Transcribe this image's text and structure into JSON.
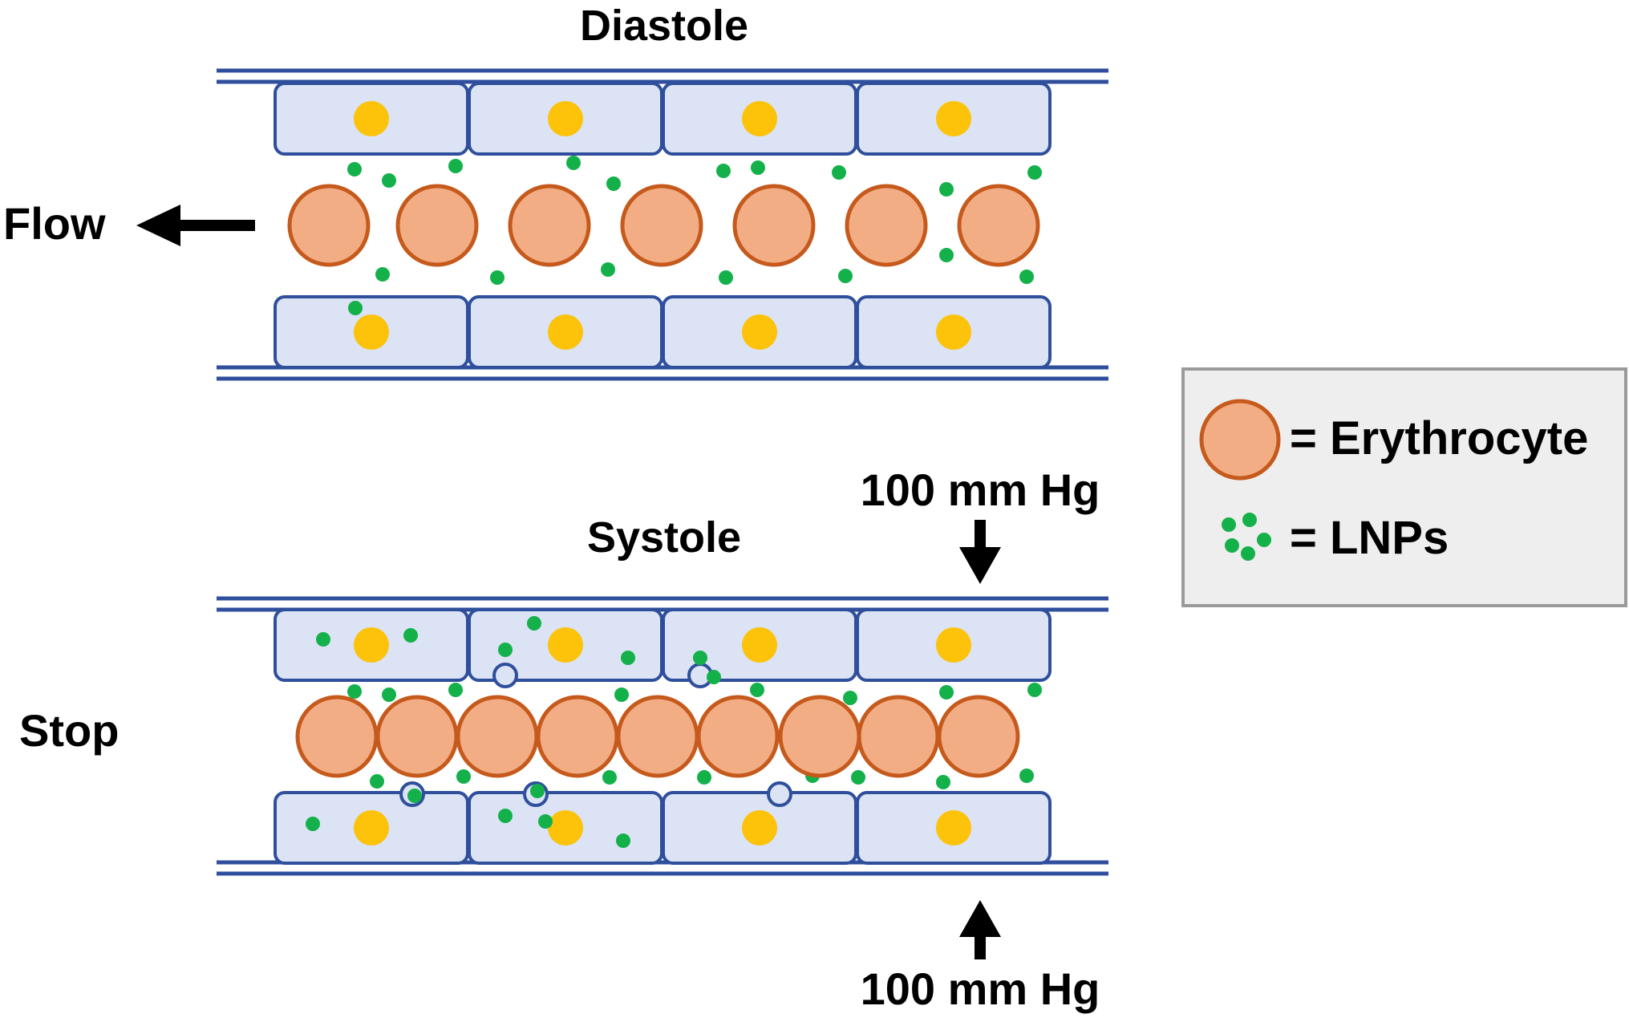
{
  "panels": {
    "diastole": {
      "title": "Diastole",
      "side_label": "Flow",
      "lnps_top": [
        [
          442,
          211
        ],
        [
          485,
          225
        ],
        [
          568,
          207
        ],
        [
          715,
          203
        ],
        [
          765,
          229
        ],
        [
          902,
          213
        ],
        [
          945,
          209
        ],
        [
          1046,
          215
        ],
        [
          1180,
          236
        ],
        [
          1290,
          215
        ],
        [
          443,
          384
        ],
        [
          477,
          342
        ],
        [
          620,
          346
        ],
        [
          758,
          336
        ],
        [
          905,
          346
        ],
        [
          1054,
          344
        ],
        [
          1180,
          318
        ],
        [
          1280,
          345
        ]
      ],
      "erythrocytes": [
        410,
        545,
        685,
        825,
        965,
        1105,
        1245
      ]
    },
    "systole": {
      "title": "Systole",
      "side_label": "Stop",
      "top_pressure": "100 mm Hg",
      "bottom_pressure": "100 mm Hg",
      "erythrocytes": [
        420,
        520,
        620,
        720,
        820,
        920,
        1022,
        1120,
        1220
      ],
      "lnps": [
        [
          403,
          797
        ],
        [
          512,
          792
        ],
        [
          630,
          810
        ],
        [
          666,
          777
        ],
        [
          783,
          820
        ],
        [
          873,
          820
        ],
        [
          890,
          844
        ],
        [
          442,
          862
        ],
        [
          485,
          866
        ],
        [
          568,
          860
        ],
        [
          775,
          866
        ],
        [
          944,
          860
        ],
        [
          1060,
          870
        ],
        [
          1180,
          863
        ],
        [
          1290,
          860
        ],
        [
          470,
          974
        ],
        [
          517,
          992
        ],
        [
          578,
          968
        ],
        [
          670,
          986
        ],
        [
          760,
          969
        ],
        [
          878,
          969
        ],
        [
          1013,
          967
        ],
        [
          1070,
          969
        ],
        [
          1176,
          975
        ],
        [
          1280,
          967
        ],
        [
          390,
          1027
        ],
        [
          630,
          1017
        ],
        [
          680,
          1024
        ],
        [
          777,
          1048
        ]
      ],
      "bound_lnps": [
        [
          630,
          842
        ],
        [
          873,
          842
        ],
        [
          514,
          990
        ],
        [
          668,
          990
        ],
        [
          972,
          990
        ]
      ]
    }
  },
  "legend": {
    "erythrocyte_label": "= Erythrocyte",
    "lnp_label": "= LNPs"
  },
  "colors": {
    "vessel_wall": "#2f4f9c",
    "endothelial_fill": "#dbe3f4",
    "nucleus": "#fdc20a",
    "erythrocyte_fill": "#f3ad85",
    "erythrocyte_stroke": "#c55a1c",
    "lnp": "#14b14b",
    "legend_fill": "#eeeeee",
    "legend_stroke": "#9a9a9a"
  }
}
